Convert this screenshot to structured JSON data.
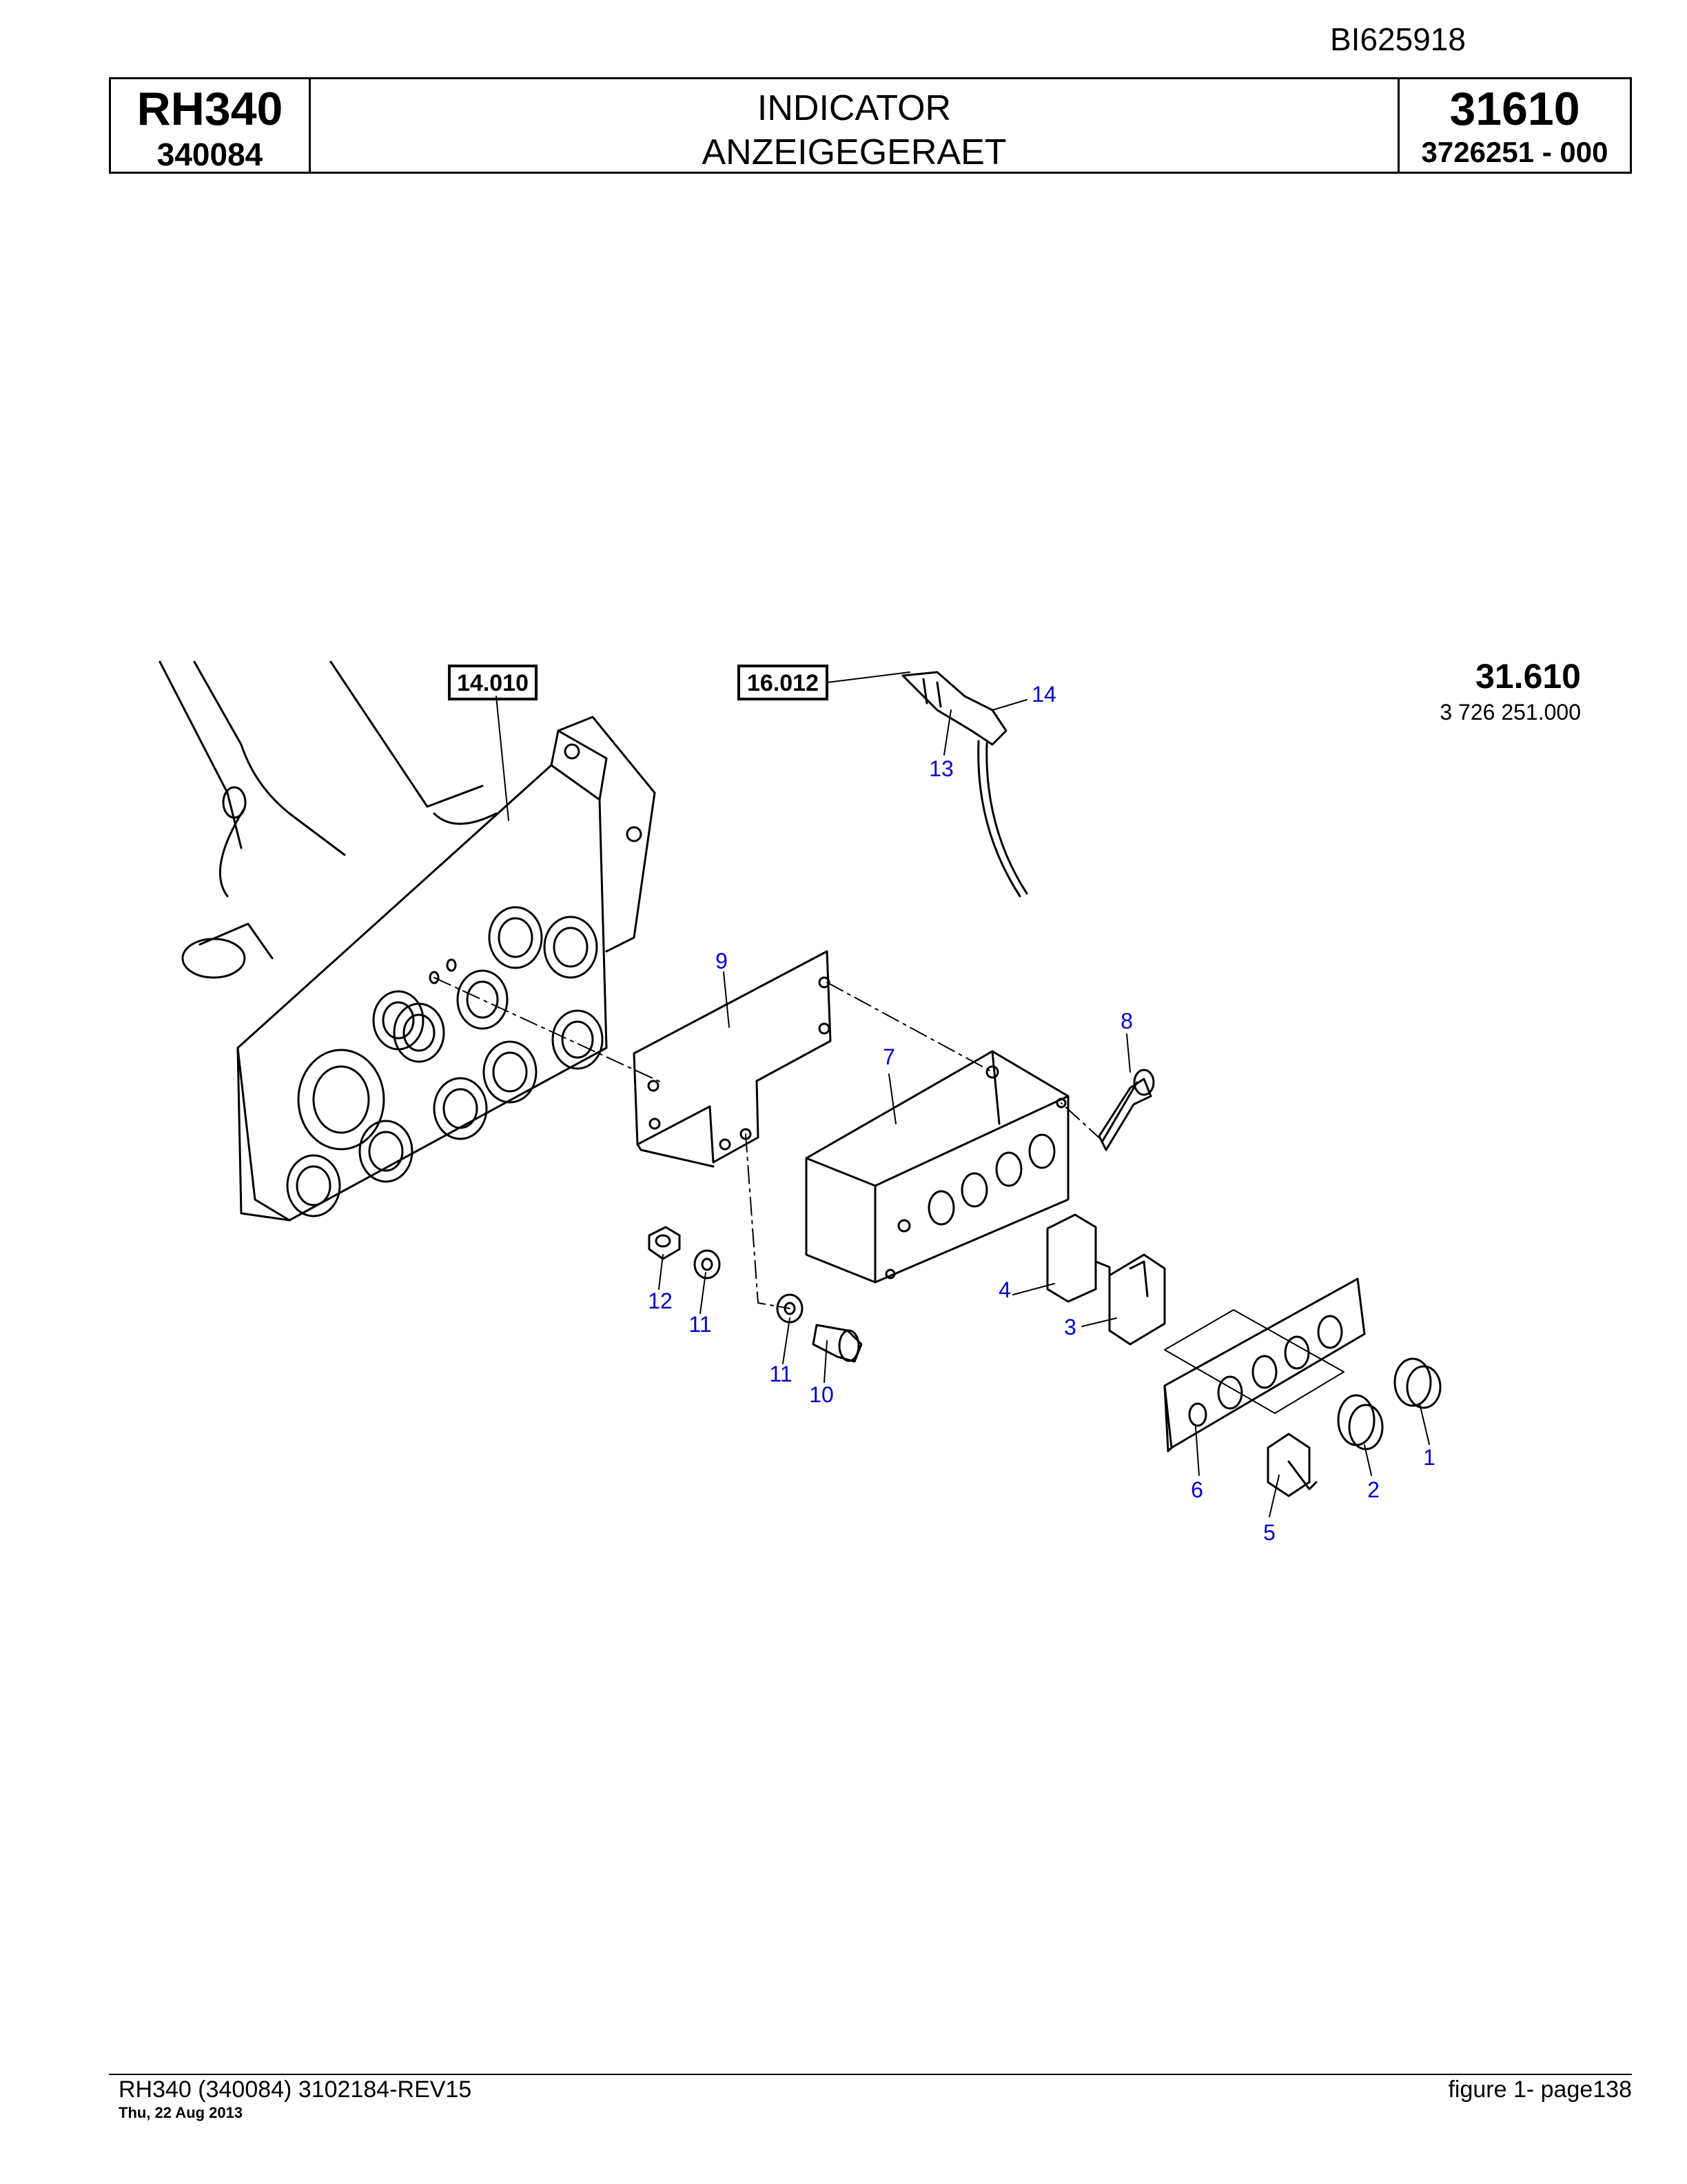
{
  "header": {
    "doc_id": "BI625918",
    "model": "RH340",
    "serial": "340084",
    "title_en": "INDICATOR",
    "title_de": "ANZEIGEGERAET",
    "group": "31610",
    "part_number": "3726251  - 000"
  },
  "drawing": {
    "group_code": "31.610",
    "group_part": "3 726 251.000",
    "ref_boxes": [
      "14.010",
      "16.012"
    ],
    "callouts": [
      "1",
      "2",
      "3",
      "4",
      "5",
      "6",
      "7",
      "8",
      "9",
      "10",
      "11",
      "11",
      "12",
      "13",
      "14"
    ],
    "callout_color": "#0000cc"
  },
  "footer": {
    "left": "RH340 (340084) 3102184-REV15",
    "date": "Thu, 22 Aug 2013",
    "right": "figure  1- page138"
  }
}
